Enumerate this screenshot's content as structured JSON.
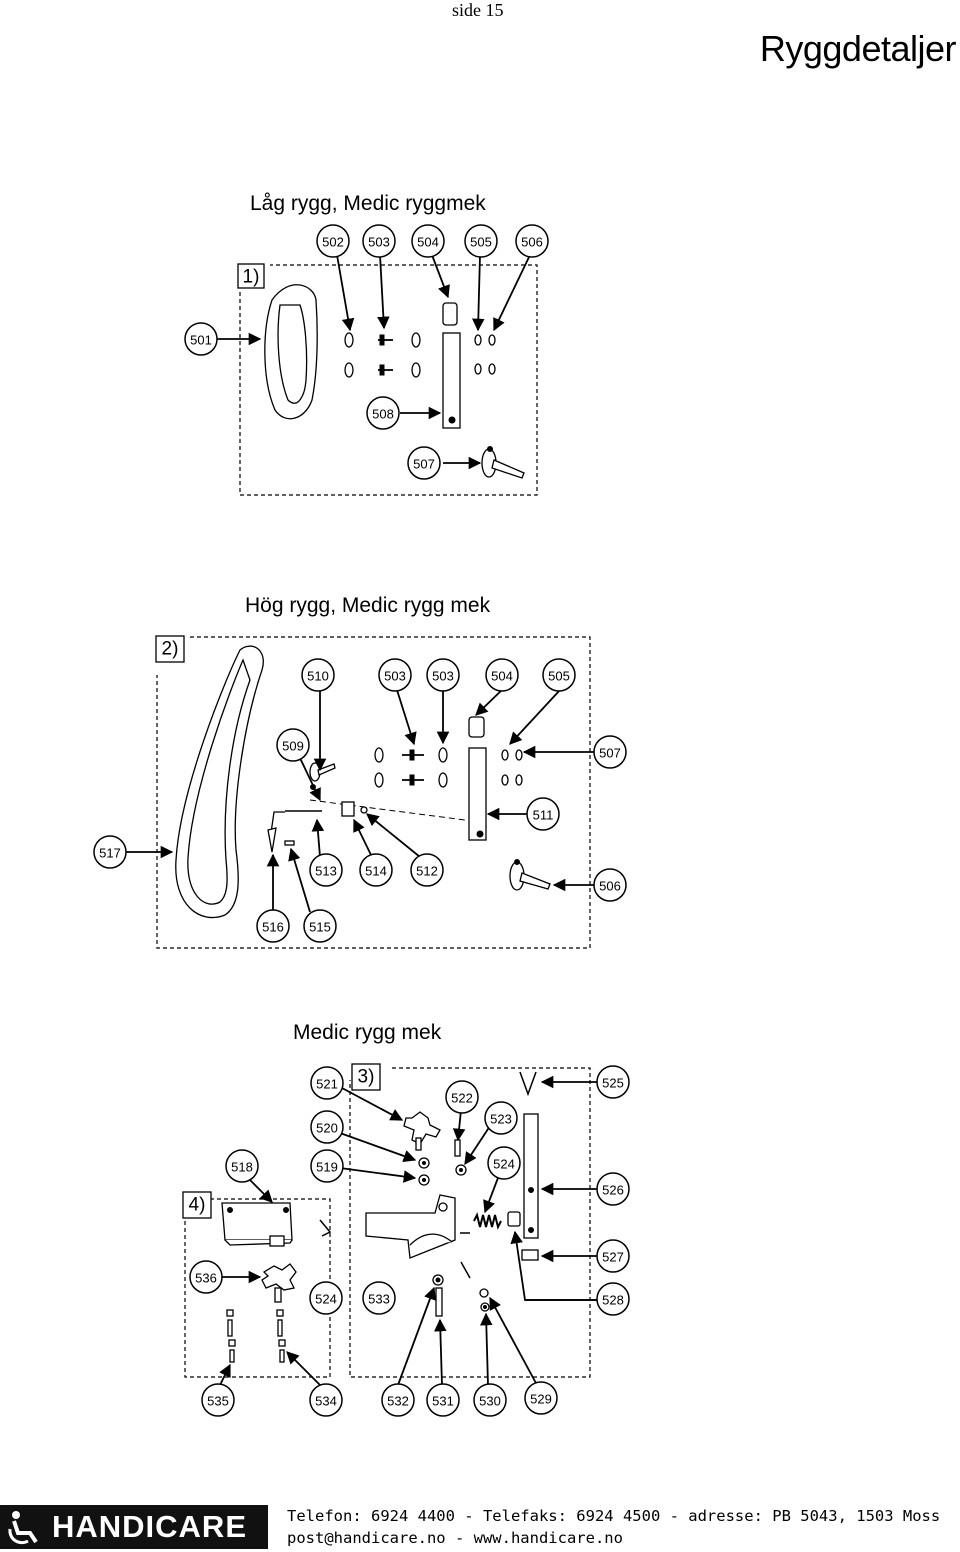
{
  "header": {
    "page_number": "side 15",
    "title": "Ryggdetaljer"
  },
  "sections": [
    {
      "title": "Låg rygg, Medic ryggmek",
      "label": "1)"
    },
    {
      "title": "Hög rygg, Medic rygg mek",
      "label": "2)"
    },
    {
      "title": "Medic rygg mek",
      "label": "3)"
    },
    {
      "label": "4)"
    }
  ],
  "callouts": {
    "s1": [
      "502",
      "503",
      "504",
      "505",
      "506",
      "501",
      "508",
      "507"
    ],
    "s2": [
      "510",
      "503",
      "503",
      "504",
      "505",
      "509",
      "507",
      "511",
      "517",
      "513",
      "514",
      "512",
      "506",
      "516",
      "515"
    ],
    "s3": [
      "521",
      "522",
      "525",
      "520",
      "523",
      "518",
      "519",
      "524",
      "526",
      "527",
      "536",
      "524",
      "533",
      "528",
      "535",
      "534",
      "532",
      "531",
      "530",
      "529"
    ]
  },
  "footer": {
    "brand": "HANDICARE",
    "contact_line1": "Telefon: 6924 4400 - Telefaks: 6924 4500 - adresse: PB 5043, 1503 Moss",
    "contact_line2": "post@handicare.no - www.handicare.no"
  }
}
